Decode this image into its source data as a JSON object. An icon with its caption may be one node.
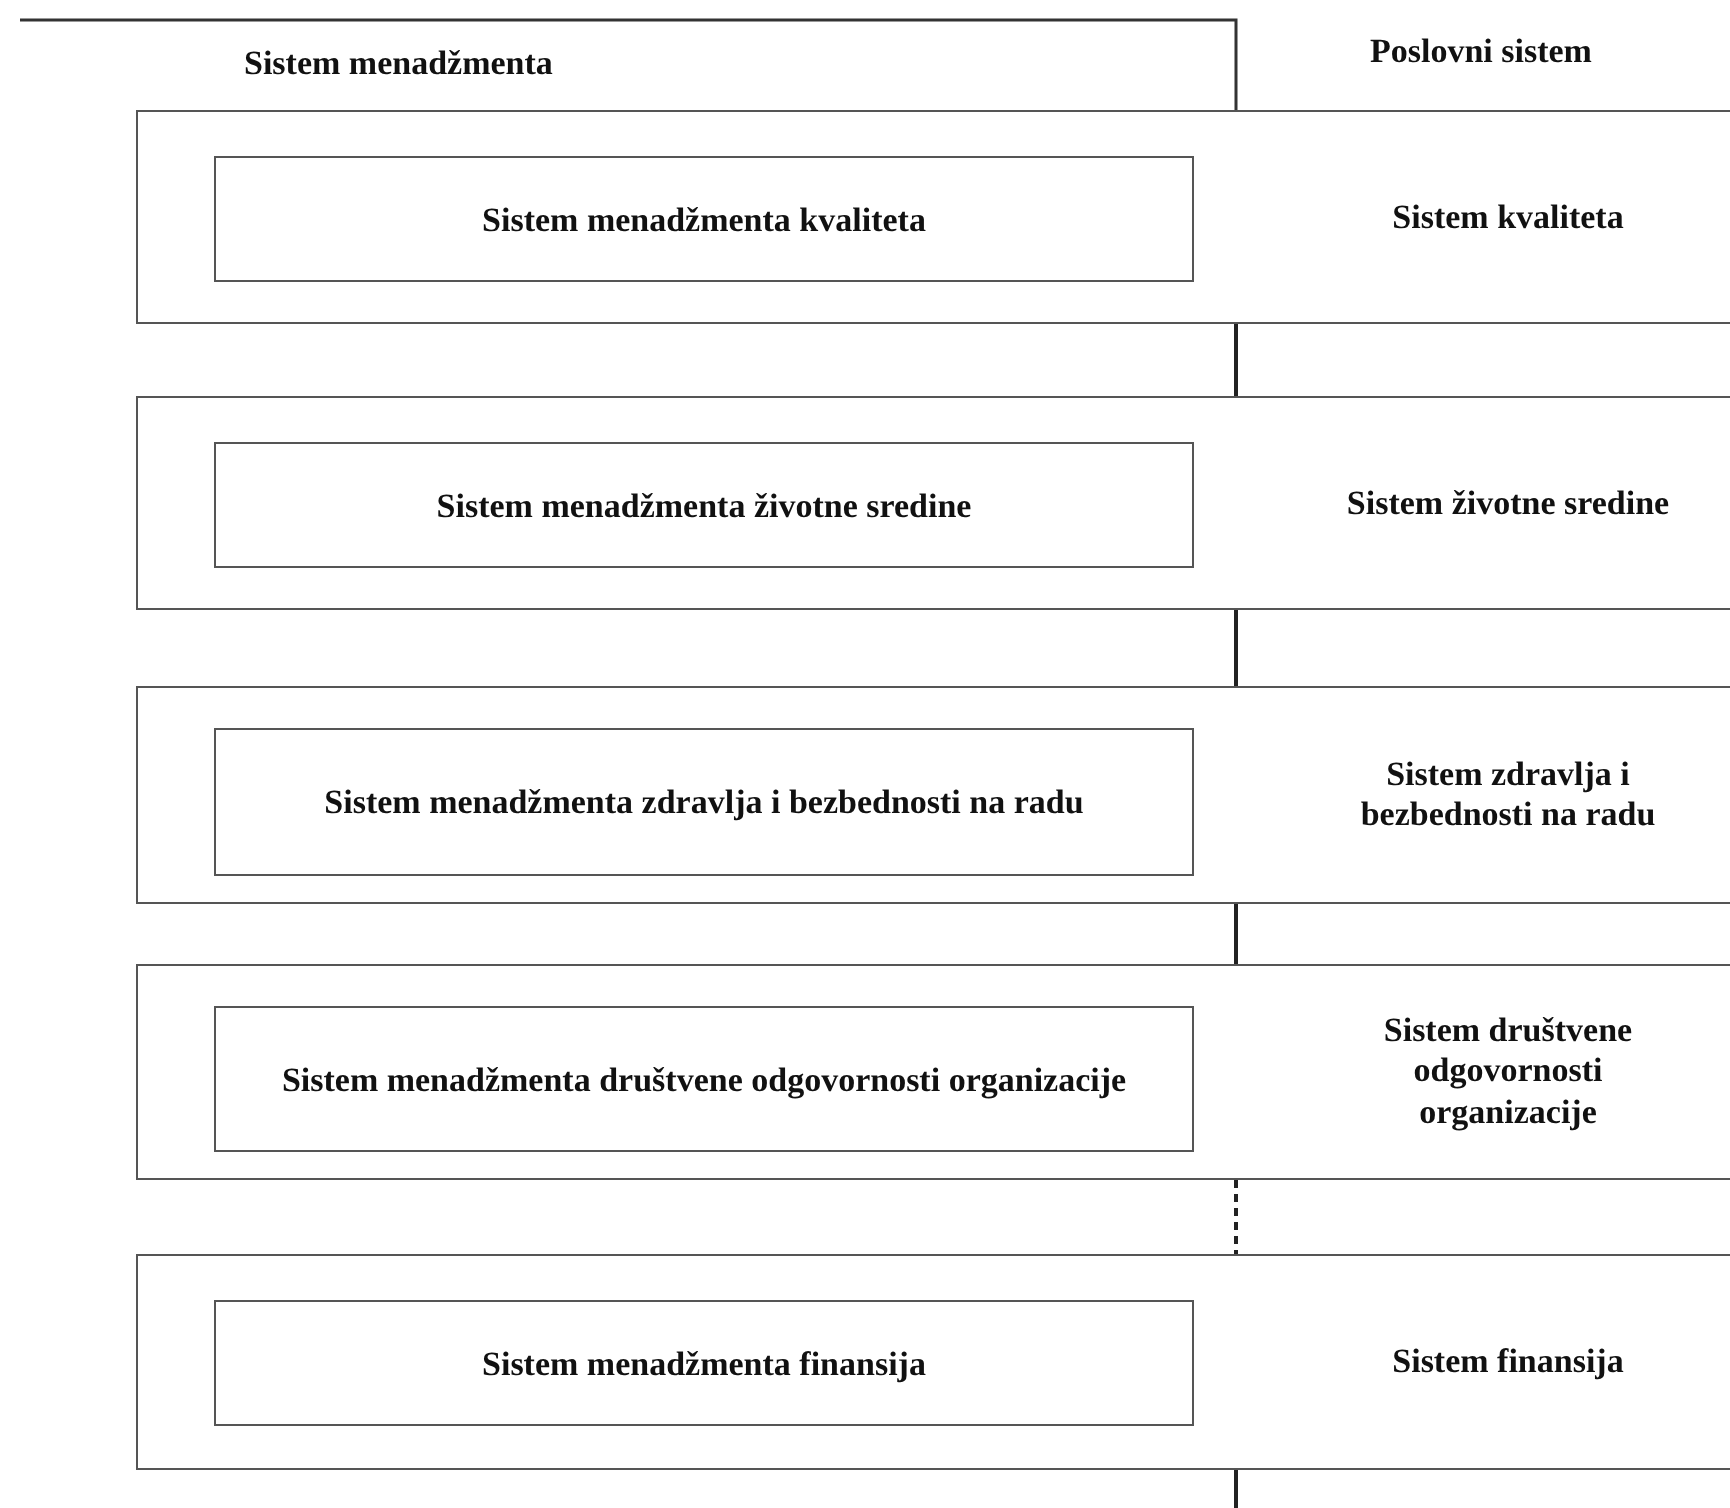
{
  "diagram": {
    "nodes": [
      {
        "text": [
          "Sistem kvaliteta"
        ]
      },
      {
        "text": [
          "Sistem menadžmenta kvaliteta"
        ],
        "in": 0
      },
      {
        "text": [
          "Sistem životne sredine"
        ]
      },
      {
        "text": [
          "Sistem menadžmenta životne sredine"
        ],
        "in": 2
      },
      {
        "text": [
          "Sistem zdravlja i bezbednosti na radu"
        ]
      },
      {
        "text": [
          "Sistem menadžmenta zdravlja i bezbednosti na radu"
        ],
        "in": 4
      },
      {
        "text": [
          "Sistem društvene odgovornosti organizacije"
        ]
      },
      {
        "text": [
          "Sistem menadžmenta društvene odgovornosti organizacije"
        ],
        "in": 6
      },
      {
        "text": [
          "Sistem finansija"
        ]
      },
      {
        "text": [
          "Sistem menadžmenta finansija"
        ],
        "in": 8
      }
    ],
    "edges": [
      {
        "from": 0,
        "to": 2,
        "arrow": "none"
      },
      {
        "from": 2,
        "to": 4,
        "arrow": "none"
      },
      {
        "from": 4,
        "to": 6,
        "arrow": "none"
      },
      {
        "from": 6,
        "to": 8,
        "arrow": "none",
        "style": "dashed"
      }
    ],
    "labels": [
      "Sistem menadžmenta",
      "Poslovni sistem"
    ]
  }
}
